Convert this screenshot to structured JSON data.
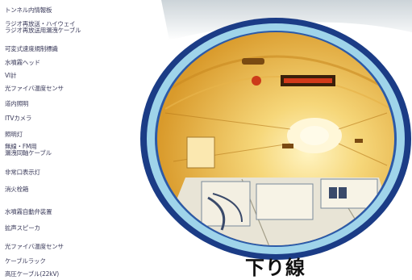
{
  "colors": {
    "ring_outer": "#1b3c86",
    "ring_inner": "#9fd4ea",
    "tunnel_light": "#f6d77a",
    "tunnel_deep": "#d99a2b",
    "leader": "#5aa0d0",
    "label_text": "#3a3a5a"
  },
  "labels": [
    {
      "text": "トンネル内情報板"
    },
    {
      "text": "ラジオ再放送・ハイウェイ",
      "text2": "ラジオ再放送用漏洩ケーブル"
    },
    {
      "text": "可変式速度規制標識"
    },
    {
      "text": "水噴霧ヘッド"
    },
    {
      "text": "VI計"
    },
    {
      "text": "光ファイバ温度センサ"
    },
    {
      "text": "道内照明"
    },
    {
      "text": "ITVカメラ"
    },
    {
      "text": "照明灯"
    },
    {
      "text": "無線・FM用",
      "text2": "漏洩同軸ケーブル"
    },
    {
      "text": "非常口表示灯"
    },
    {
      "text": "消火栓箱"
    },
    {
      "text": "水噴霧自動弁装置"
    },
    {
      "text": "拡声スピーカ"
    },
    {
      "text": "光ファイバ温度センサ"
    },
    {
      "text": "ケーブルラック"
    },
    {
      "text": "高圧ケーブル(22kV)"
    }
  ],
  "direction_title": "下り線"
}
